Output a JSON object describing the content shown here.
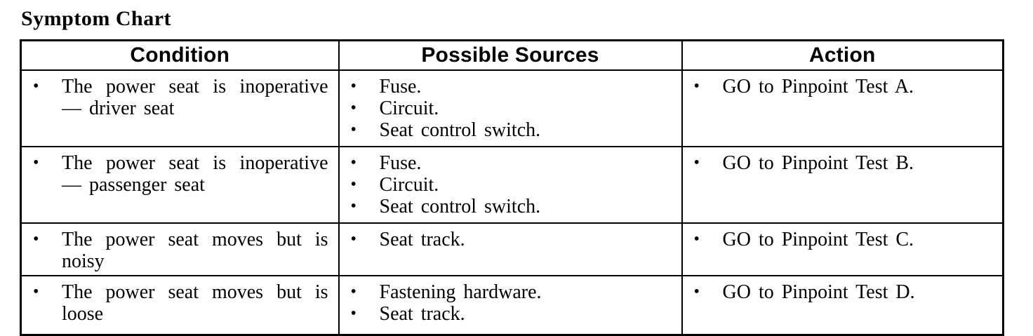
{
  "page": {
    "title": "Symptom Chart"
  },
  "table": {
    "bullet_icon": "•",
    "headers": [
      "Condition",
      "Possible Sources",
      "Action"
    ],
    "rows": [
      {
        "condition": [
          "The power seat is inoperative — driver seat"
        ],
        "sources": [
          "Fuse.",
          "Circuit.",
          "Seat control switch."
        ],
        "action": [
          "GO to Pinpoint Test A."
        ]
      },
      {
        "condition": [
          "The power seat is inoperative — passenger seat"
        ],
        "sources": [
          "Fuse.",
          "Circuit.",
          "Seat control switch."
        ],
        "action": [
          "GO to Pinpoint Test B."
        ]
      },
      {
        "condition": [
          "The power seat moves but is noisy"
        ],
        "sources": [
          "Seat track."
        ],
        "action": [
          "GO to Pinpoint Test C."
        ]
      },
      {
        "condition": [
          "The power seat moves but is loose"
        ],
        "sources": [
          "Fastening hardware.",
          "Seat track."
        ],
        "action": [
          "GO to Pinpoint Test D."
        ]
      }
    ]
  }
}
